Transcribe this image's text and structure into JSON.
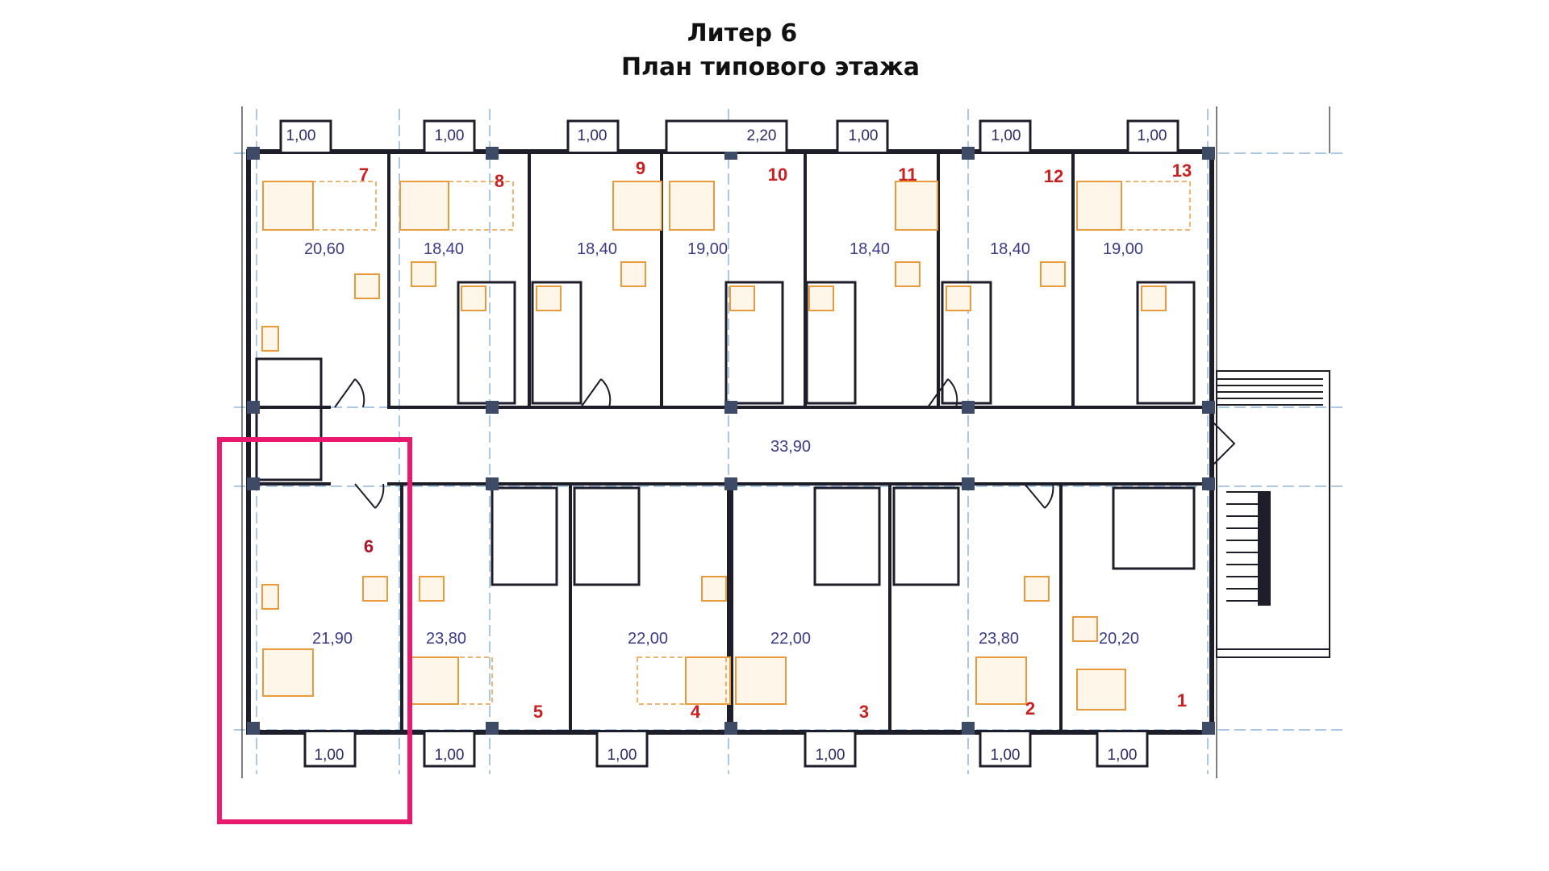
{
  "title": "Литер 6",
  "subtitle": "План типового этажа",
  "corridor_area": "33,90",
  "top_apartments": [
    {
      "number": "7",
      "area": "20,60"
    },
    {
      "number": "8",
      "area": "18,40"
    },
    {
      "number": "9",
      "area": "18,40"
    },
    {
      "number": "10",
      "area": "19,00"
    },
    {
      "number": "11",
      "area": "18,40"
    },
    {
      "number": "12",
      "area": "18,40"
    },
    {
      "number": "13",
      "area": "19,00"
    }
  ],
  "bottom_apartments": [
    {
      "number": "6",
      "area": "21,90"
    },
    {
      "number": "5",
      "area": "23,80"
    },
    {
      "number": "4",
      "area": "22,00"
    },
    {
      "number": "3",
      "area": "22,00"
    },
    {
      "number": "2",
      "area": "23,80"
    },
    {
      "number": "1",
      "area": "20,20"
    }
  ],
  "top_door_widths": [
    "1,00",
    "1,00",
    "1,00",
    "2,20",
    "1,00",
    "1,00",
    "1,00"
  ],
  "bottom_door_widths": [
    "1,00",
    "1,00",
    "1,00",
    "1,00",
    "1,00",
    "1,00"
  ],
  "highlighted_apartment": "6",
  "colors": {
    "wall": "#1e1e2a",
    "column": "#3d4b66",
    "furniture": "#e89a3c",
    "axis": "#8fb7dc",
    "highlight": "#e8196f",
    "number": "#cc1f1f"
  }
}
